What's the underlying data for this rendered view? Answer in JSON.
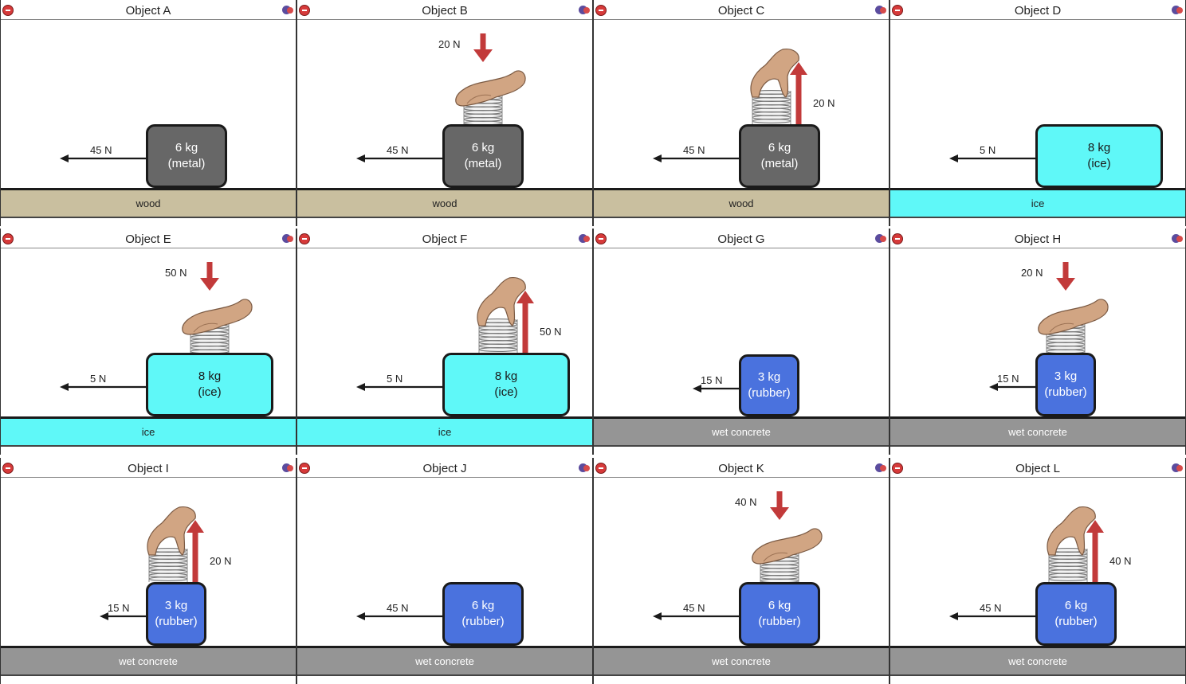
{
  "colors": {
    "metal": "#676767",
    "ice": "#5ff8f8",
    "rubber": "#4a72de",
    "wood": "#c9bf9f",
    "wet_concrete": "#959595",
    "applied_force_arrow": "#c23a3a",
    "friction_arrow": "#1a1a1a"
  },
  "panels": [
    {
      "title": "Object A",
      "mass": "6 kg",
      "material": "(metal)",
      "surface": "wood",
      "friction": "45 N",
      "applied": null
    },
    {
      "title": "Object B",
      "mass": "6 kg",
      "material": "(metal)",
      "surface": "wood",
      "friction": "45 N",
      "applied": {
        "direction": "down",
        "label": "20 N"
      }
    },
    {
      "title": "Object C",
      "mass": "6 kg",
      "material": "(metal)",
      "surface": "wood",
      "friction": "45 N",
      "applied": {
        "direction": "up",
        "label": "20 N"
      }
    },
    {
      "title": "Object D",
      "mass": "8 kg",
      "material": "(ice)",
      "surface": "ice",
      "friction": "5 N",
      "applied": null
    },
    {
      "title": "Object E",
      "mass": "8 kg",
      "material": "(ice)",
      "surface": "ice",
      "friction": "5 N",
      "applied": {
        "direction": "down",
        "label": "50 N"
      }
    },
    {
      "title": "Object F",
      "mass": "8 kg",
      "material": "(ice)",
      "surface": "ice",
      "friction": "5 N",
      "applied": {
        "direction": "up",
        "label": "50 N"
      }
    },
    {
      "title": "Object G",
      "mass": "3 kg",
      "material": "(rubber)",
      "surface": "wet concrete",
      "friction": "15 N",
      "applied": null
    },
    {
      "title": "Object H",
      "mass": "3 kg",
      "material": "(rubber)",
      "surface": "wet concrete",
      "friction": "15 N",
      "applied": {
        "direction": "down",
        "label": "20 N"
      }
    },
    {
      "title": "Object I",
      "mass": "3 kg",
      "material": "(rubber)",
      "surface": "wet concrete",
      "friction": "15 N",
      "applied": {
        "direction": "up",
        "label": "20 N"
      }
    },
    {
      "title": "Object J",
      "mass": "6 kg",
      "material": "(rubber)",
      "surface": "wet concrete",
      "friction": "45 N",
      "applied": null
    },
    {
      "title": "Object K",
      "mass": "6 kg",
      "material": "(rubber)",
      "surface": "wet concrete",
      "friction": "45 N",
      "applied": {
        "direction": "down",
        "label": "40 N"
      }
    },
    {
      "title": "Object L",
      "mass": "6 kg",
      "material": "(rubber)",
      "surface": "wet concrete",
      "friction": "45 N",
      "applied": {
        "direction": "up",
        "label": "40 N"
      }
    }
  ]
}
